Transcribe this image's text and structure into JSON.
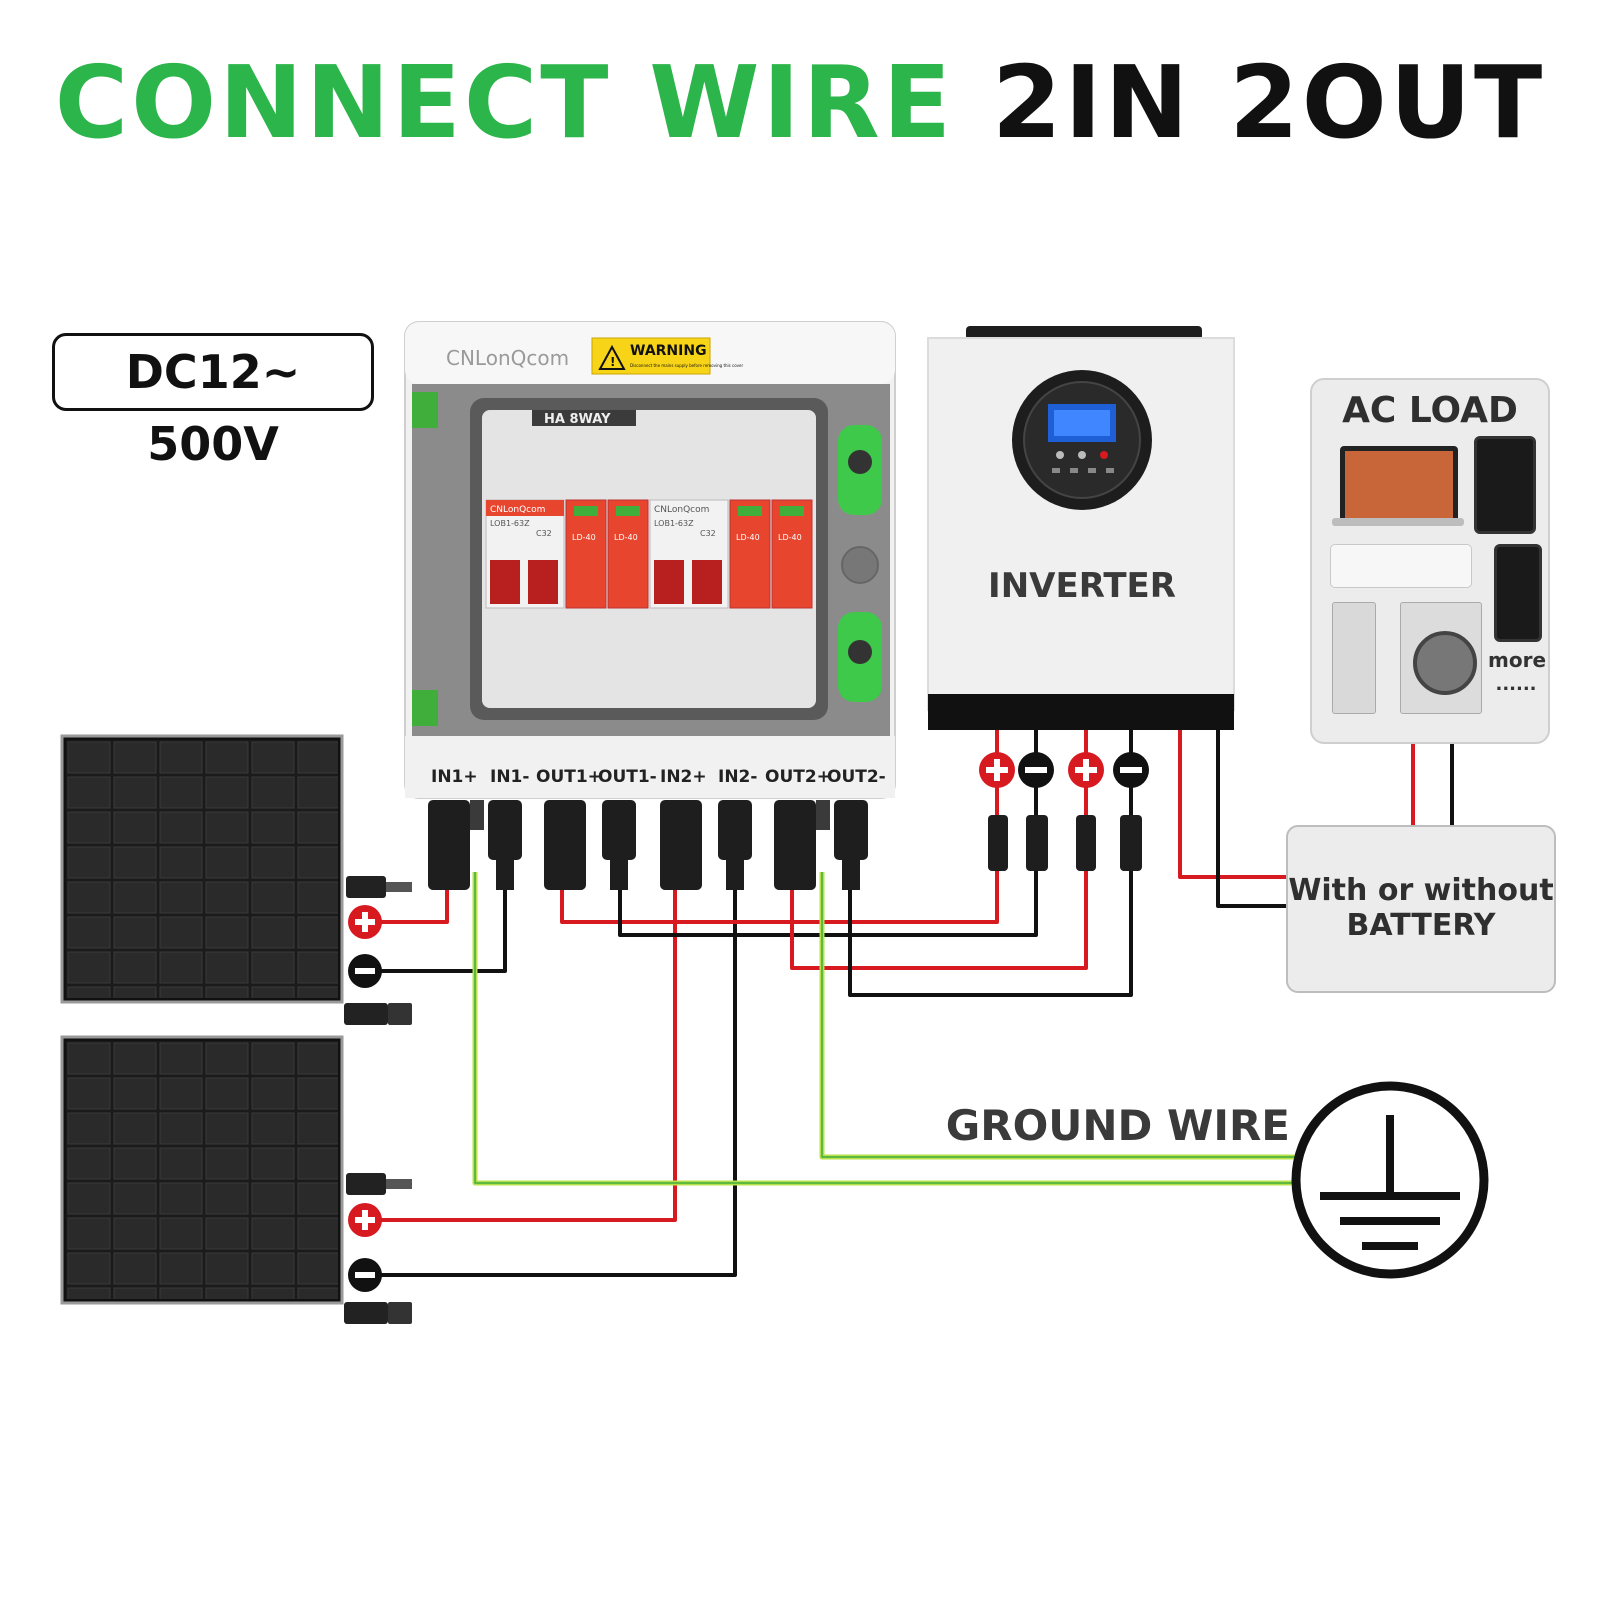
{
  "title": {
    "part1": "CONNECT WIRE",
    "part2": "2IN 2OUT"
  },
  "voltage_label": "DC12~ 500V",
  "combiner_box": {
    "brand": "CNLonQcom",
    "warning_title": "WARNING",
    "warning_text": "Disconnect the mains supply before removing this cover",
    "rail_label": "HA 8WAY",
    "breaker_brand": "CNLonQcom",
    "breaker_model": "LOB1-63Z",
    "breaker_rating": "C32",
    "spd_model": "LD-40",
    "terminals": [
      "IN1+",
      "IN1-",
      "OUT1+",
      "OUT1-",
      "IN2+",
      "IN2-",
      "OUT2+",
      "OUT2-"
    ]
  },
  "inverter": {
    "label": "INVERTER"
  },
  "ac_load": {
    "title": "AC LOAD",
    "more": "more",
    "ellipsis": "......"
  },
  "battery": {
    "line1": "With or without",
    "line2": "BATTERY"
  },
  "ground": {
    "label": "GROUND WIRE"
  },
  "colors": {
    "positive": "#d71920",
    "negative": "#111111",
    "ground": "#b8e04a",
    "ground_dark": "#3fae3a",
    "title_green": "#2bb54a",
    "breaker_red": "#e8452e"
  }
}
